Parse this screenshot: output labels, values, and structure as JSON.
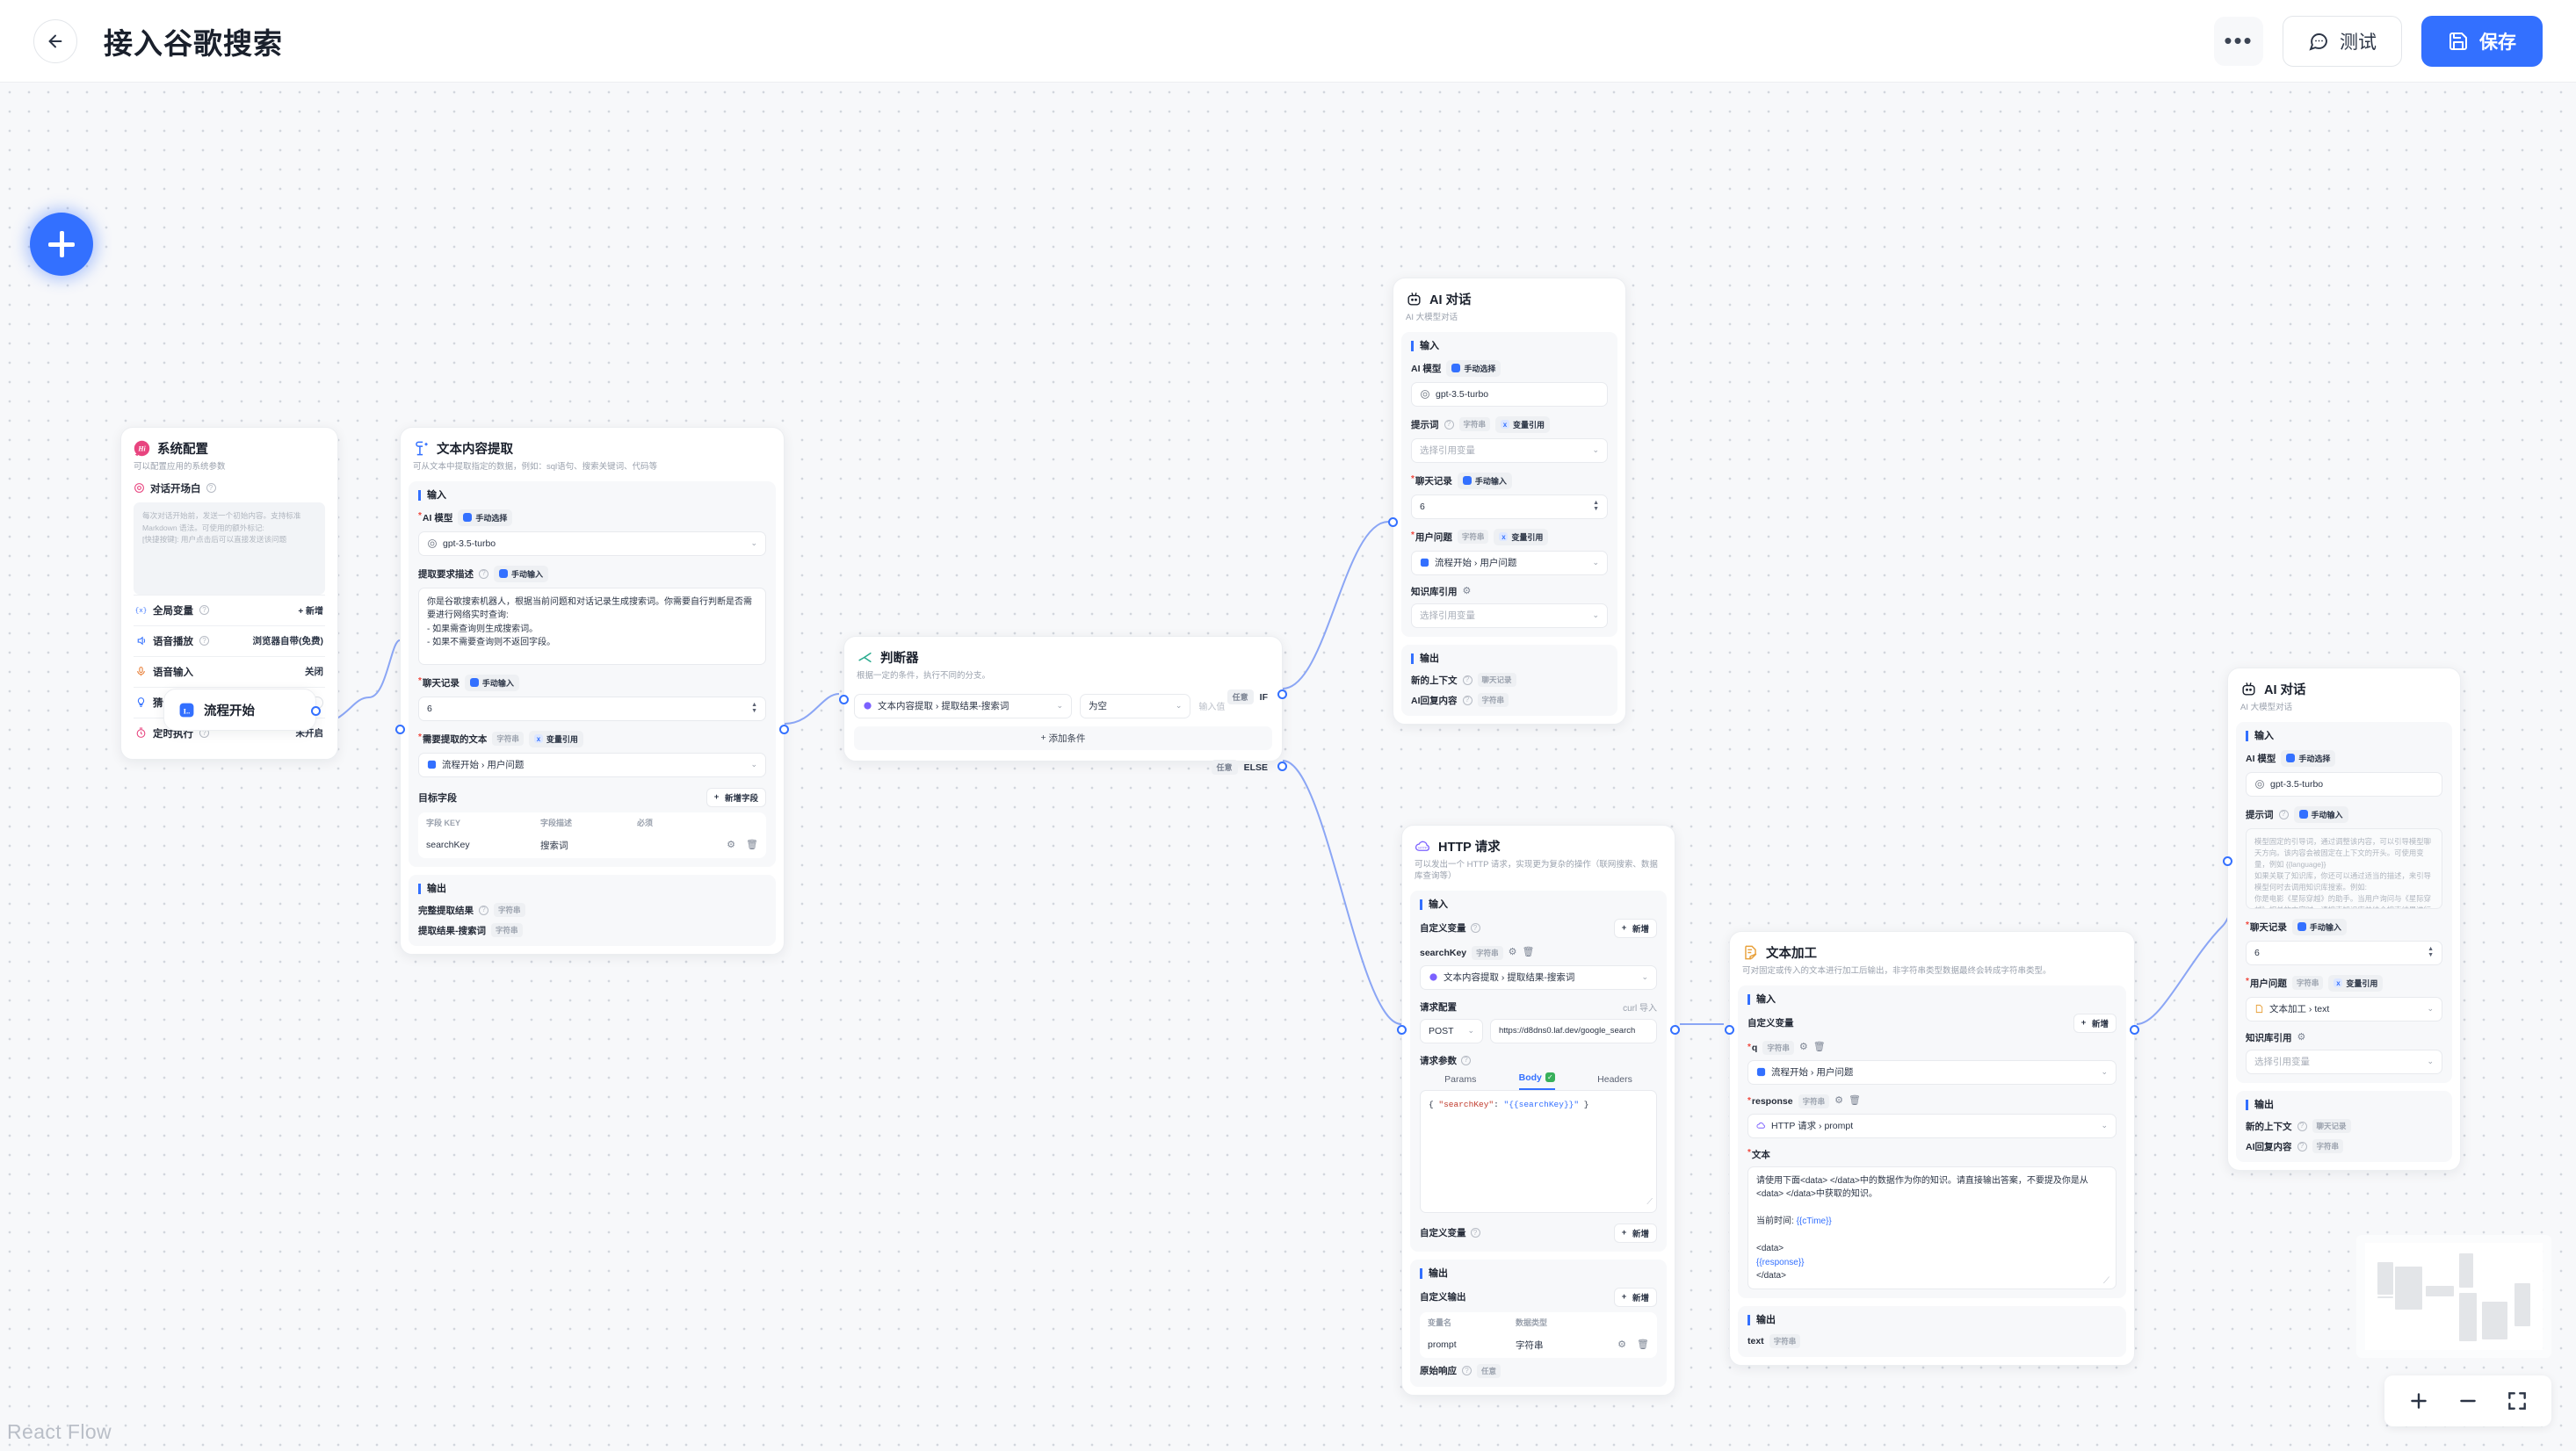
{
  "header": {
    "back_icon": "arrow-left-icon",
    "title": "接入谷歌搜索",
    "more_label": "•••",
    "test_label": "测试",
    "save_label": "保存",
    "accent": "#3370ff"
  },
  "canvas": {
    "watermark": "React Flow",
    "add_node_label": "+"
  },
  "common": {
    "input_section": "输入",
    "output_section": "输出",
    "manual_select": "手动选择",
    "manual_input": "手动输入",
    "var_ref": "变量引用",
    "type_string": "字符串",
    "type_any": "任意",
    "type_chatlog": "聊天记录",
    "select_var_placeholder": "选择引用变量",
    "add_label": "新增"
  },
  "nodes": {
    "system_config": {
      "title": "系统配置",
      "desc": "可以配置应用的系统参数",
      "avatar_text": "Hi",
      "opener_label": "对话开场白",
      "opener_placeholder": "每次对话开始前，发送一个初始内容。支持标准 Markdown 语法。可使用的额外标记:\n[快捷按键]: 用户点击后可以直接发送该问题",
      "rows": [
        {
          "name": "全局变量",
          "value": "新增",
          "kind": "add",
          "icon": "variable-icon"
        },
        {
          "name": "语音播放",
          "value": "浏览器自带(免费)",
          "kind": "text",
          "icon": "speaker-icon"
        },
        {
          "name": "语音输入",
          "value": "关闭",
          "kind": "text",
          "icon": "mic-icon"
        },
        {
          "name": "猜你想问",
          "value": "",
          "kind": "toggle",
          "icon": "bulb-icon"
        },
        {
          "name": "定时执行",
          "value": "未开启",
          "kind": "text",
          "icon": "clock-icon"
        }
      ]
    },
    "flow_start": {
      "title": "流程开始",
      "icon": "start-icon"
    },
    "text_extract": {
      "title": "文本内容提取",
      "desc": "可从文本中提取指定的数据，例如：sql语句、搜索关键词、代码等",
      "ai_model_label": "AI 模型",
      "ai_model_value": "gpt-3.5-turbo",
      "extract_req_label": "提取要求描述",
      "extract_req_value": "你是谷歌搜索机器人，根据当前问题和对话记录生成搜索词。你需要自行判断是否需要进行网络实时查询:\n- 如果需查询则生成搜索词。\n- 如果不需要查询则不返回字段。",
      "chatlog_label": "聊天记录",
      "chatlog_value": "6",
      "source_text_label": "需要提取的文本",
      "source_text_value": "流程开始 › 用户问题",
      "target_fields_label": "目标字段",
      "add_field_label": "新增字段",
      "columns": [
        "字段 KEY",
        "字段描述",
        "必须"
      ],
      "rows": [
        {
          "key": "searchKey",
          "desc": "搜索词"
        }
      ],
      "outputs": [
        {
          "name": "完整提取结果",
          "type": "字符串",
          "help": true
        },
        {
          "name": "提取结果-搜索词",
          "type": "字符串",
          "help": false
        }
      ]
    },
    "condition": {
      "title": "判断器",
      "desc": "根据一定的条件，执行不同的分支。",
      "if_any": "任意",
      "if_label": "IF",
      "else_any": "任意",
      "else_label": "ELSE",
      "var_value": "文本内容提取 › 提取结果-搜索词",
      "op_value": "为空",
      "val_placeholder": "输入值",
      "add_condition_label": "添加条件"
    },
    "ai_chat_top": {
      "title": "AI 对话",
      "desc": "AI 大模型对话",
      "ai_model_label": "AI 模型",
      "ai_model_value": "gpt-3.5-turbo",
      "prompt_label": "提示词",
      "prompt_placeholder": "选择引用变量",
      "chatlog_label": "聊天记录",
      "chatlog_value": "6",
      "question_label": "用户问题",
      "question_value": "流程开始 › 用户问题",
      "kb_label": "知识库引用",
      "kb_placeholder": "选择引用变量",
      "outputs": [
        {
          "name": "新的上下文",
          "type": "聊天记录"
        },
        {
          "name": "AI回复内容",
          "type": "字符串"
        }
      ]
    },
    "http_request": {
      "title": "HTTP 请求",
      "desc": "可以发出一个 HTTP 请求，实现更为复杂的操作（联网搜索、数据库查询等）",
      "custom_var_label": "自定义变量",
      "add_label": "新增",
      "var_name": "searchKey",
      "var_type": "字符串",
      "var_value": "文本内容提取 › 提取结果-搜索词",
      "req_config_label": "请求配置",
      "curl_label": "curl 导入",
      "method": "POST",
      "url": "https://d8dns0.laf.dev/google_search",
      "req_params_label": "请求参数",
      "tabs": [
        "Params",
        "Body",
        "Headers"
      ],
      "active_tab": "Body",
      "body_key": "\"searchKey\"",
      "body_val": "\"{{searchKey}}\"",
      "custom_var_bottom_label": "自定义变量",
      "custom_output_label": "自定义输出",
      "out_columns": [
        "变量名",
        "数据类型"
      ],
      "out_rows": [
        {
          "name": "prompt",
          "type": "字符串"
        }
      ],
      "raw_resp_label": "原始响应",
      "raw_resp_type": "任意"
    },
    "text_process": {
      "title": "文本加工",
      "desc": "可对固定或传入的文本进行加工后输出，非字符串类型数据最终会转成字符串类型。",
      "custom_var_label": "自定义变量",
      "add_label": "新增",
      "vars": [
        {
          "name": "q",
          "type": "字符串",
          "value": "流程开始 › 用户问题",
          "icon": "start-icon"
        },
        {
          "name": "response",
          "type": "字符串",
          "value": "HTTP 请求 › prompt",
          "icon": "http-icon"
        }
      ],
      "text_label": "文本",
      "text_lines": [
        {
          "t": "请使用下面<data> </data>中的数据作为你的知识。请直接输出答案，不要提及你是从<data> </data>中获取的知识。",
          "var": false
        },
        {
          "t": "",
          "var": false
        },
        {
          "t": "当前时间: ",
          "var": false,
          "tail": "{{cTime}}"
        },
        {
          "t": "",
          "var": false
        },
        {
          "t": "<data>",
          "var": false
        },
        {
          "t": "{{response}}",
          "var": true
        },
        {
          "t": "</data>",
          "var": false
        }
      ],
      "outputs": [
        {
          "name": "text",
          "type": "字符串"
        }
      ]
    },
    "ai_chat_right": {
      "title": "AI 对话",
      "desc": "AI 大模型对话",
      "ai_model_label": "AI 模型",
      "ai_model_value": "gpt-3.5-turbo",
      "prompt_label": "提示词",
      "prompt_placeholder": "模型固定的引导词，通过调整该内容，可以引导模型聊天方向。该内容会被固定在上下文的开头。可使用变量，例如 {{language}}\n如果关联了知识库，你还可以通过适当的描述，来引导模型何时去调用知识库搜索。例如:\n你是电影《星际穿越》的助手。当用户询问与《星际穿越》相关的内容时，请搜索知识库并结合搜索结果进行回答。",
      "chatlog_label": "聊天记录",
      "chatlog_value": "6",
      "question_label": "用户问题",
      "question_value": "文本加工 › text",
      "kb_label": "知识库引用",
      "kb_placeholder": "选择引用变量",
      "outputs": [
        {
          "name": "新的上下文",
          "type": "聊天记录"
        },
        {
          "name": "AI回复内容",
          "type": "字符串"
        }
      ]
    }
  },
  "controls": {
    "zoom_in": "zoom-in-icon",
    "zoom_out": "zoom-out-icon",
    "fit_view": "fit-view-icon"
  }
}
